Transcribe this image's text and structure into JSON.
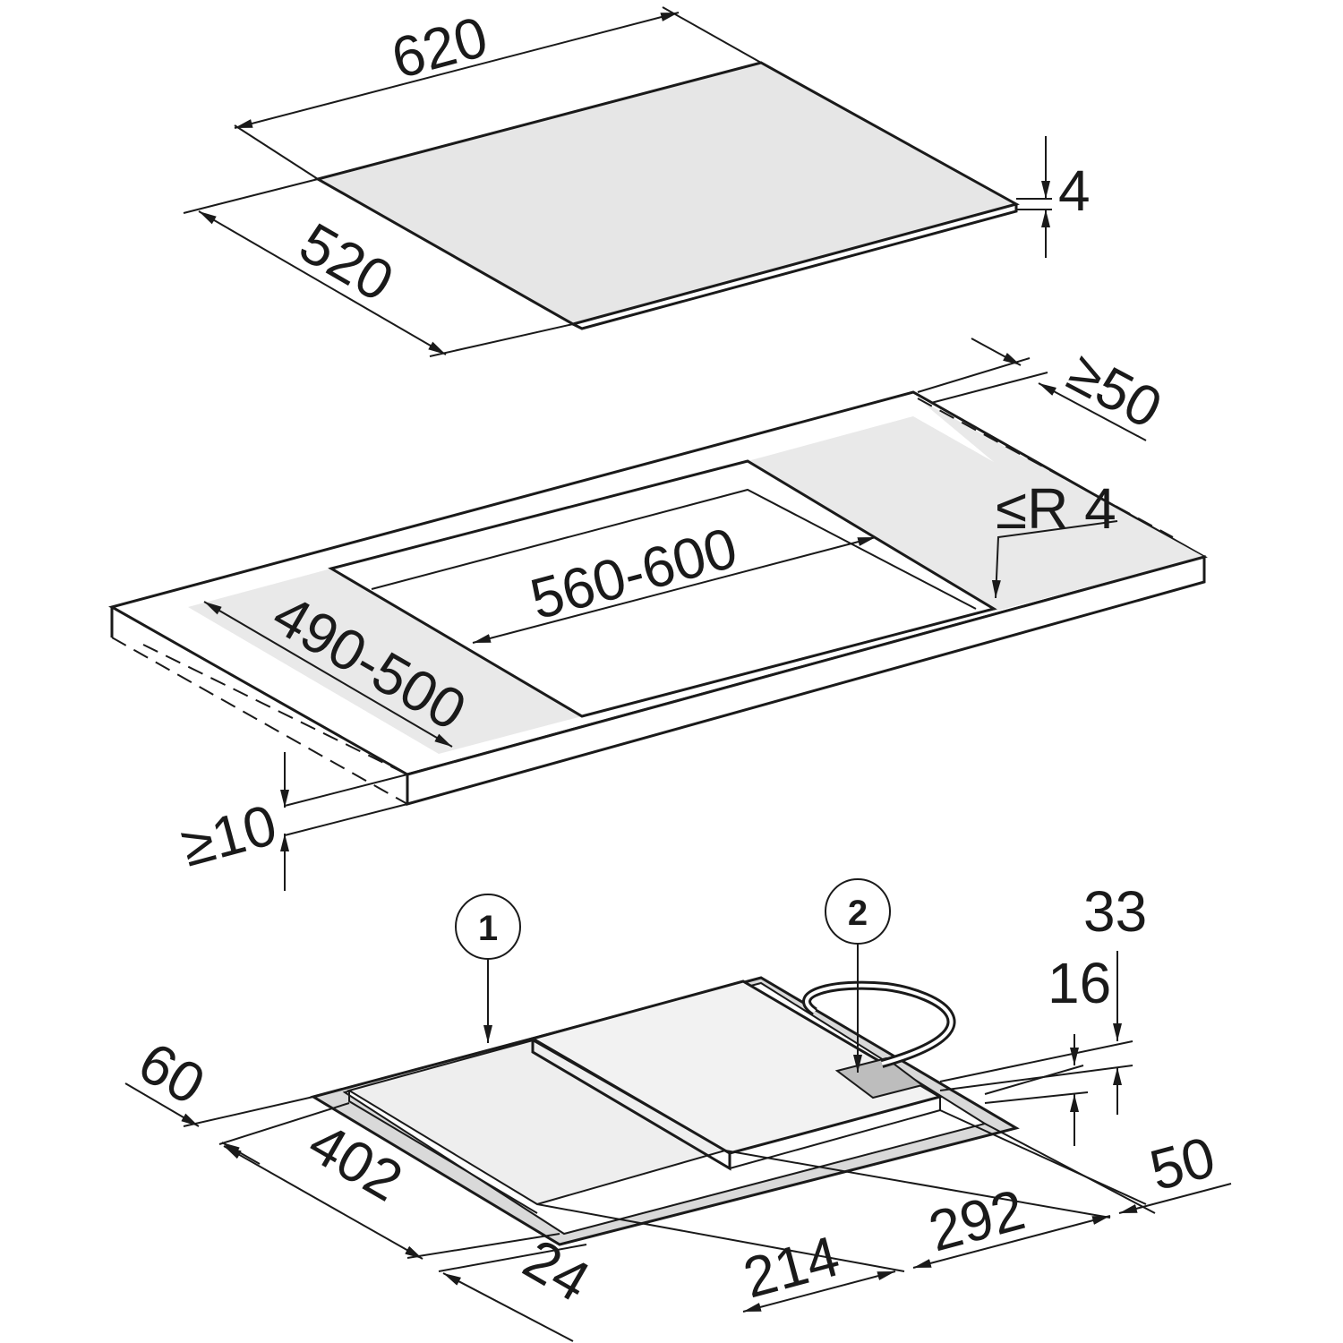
{
  "hob": {
    "width": "620",
    "depth": "520",
    "thickness": "4"
  },
  "cutout": {
    "width": "560-600",
    "depth": "490-500",
    "rear_clearance": "≥50",
    "corner_radius": "≤R 4",
    "worktop_thickness": "≥10"
  },
  "underside": {
    "callout_1": "1",
    "callout_2": "2",
    "front_offset": "60",
    "left_depth": "402",
    "front_lip": "24",
    "center_width": "214",
    "right_width": "292",
    "right_offset": "50",
    "height_16": "16",
    "height_33": "33"
  }
}
